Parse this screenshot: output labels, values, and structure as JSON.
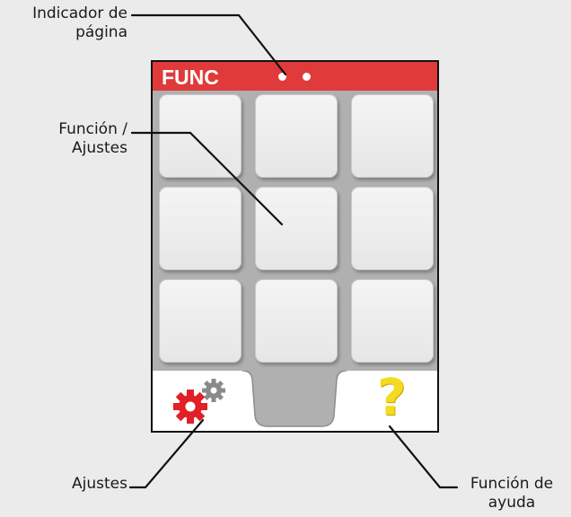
{
  "callouts": {
    "page_indicator": [
      "Indicador de",
      "página"
    ],
    "function_settings": [
      "Función /",
      "Ajustes"
    ],
    "settings": [
      "Ajustes"
    ],
    "help_function": [
      "Función de",
      "ayuda"
    ]
  },
  "device": {
    "header_title": "FUNC",
    "page_dots": 2,
    "tile_count": 9,
    "help_label": "?"
  },
  "colors": {
    "header": "#e03a3a",
    "gear_red": "#e21f26",
    "gear_gray": "#8a8a8a",
    "help_yellow": "#f3dc1f",
    "screen_background": "#b0b0b0"
  },
  "icons": {
    "settings": "gears-icon",
    "help": "question-mark-icon"
  }
}
